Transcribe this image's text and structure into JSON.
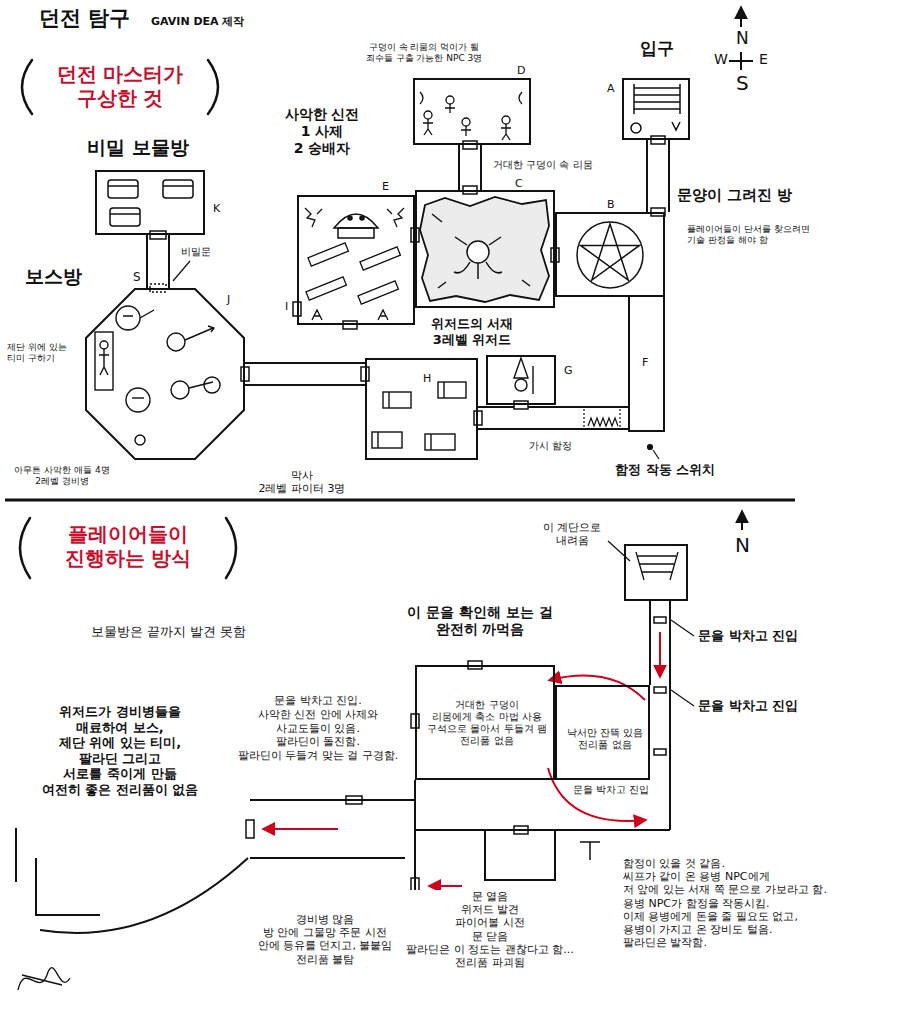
{
  "diagram": {
    "title": "던전 탐구",
    "nodes": [
      {
        "text": [
          "입구",
          "A"
        ]
      },
      {
        "text": [
          "구덩이 속 리뭄의 먹이가 될 죄수들 구출 가능한 NPC 3명",
          "D"
        ]
      },
      {
        "text": [
          "사악한 신전 1 사제 2 숭배자",
          "E"
        ]
      },
      {
        "text": [
          "거대한 구덩이 속 리뭄",
          "C"
        ]
      },
      {
        "text": [
          "B",
          "문양이 그려진 방",
          "플레이어들이 단서를 찾으려면 기술 판정을 해야 함"
        ]
      },
      {
        "text": [
          "비밀 보물방",
          "K"
        ]
      },
      {
        "text": [
          "보스방",
          "제단 위에 있는 티미 구하기",
          "아무튼 사악한 애들 4명 2레벨 경비병"
        ]
      },
      {
        "text": [
          "위저드의 서재 3레벨 위저드",
          "G"
        ]
      },
      {
        "text": [
          "H",
          "막사 2레벨 파이터 3명"
        ]
      },
      {
        "text": [
          "F"
        ]
      },
      {
        "text": [
          "거대한 구덩이 리뭄에게 축소 마법 사용 구석으로 몰아서 두들겨 팸 전리품 없음"
        ]
      },
      {
        "text": [
          "낙서만 잔뜩 있음 전리품 없음"
        ]
      }
    ],
    "edges": [
      {
        "from": 0,
        "to": 4,
        "arrow": "none"
      },
      {
        "from": 1,
        "to": 3,
        "arrow": "none"
      },
      {
        "from": 5,
        "to": 6,
        "arrow": "none"
      },
      {
        "from": 8,
        "to": 6,
        "arrow": "none"
      },
      {
        "from": 9,
        "to": 8,
        "arrow": "none"
      }
    ],
    "labels": [
      "GAVIN DEA 제작",
      "던전 마스터가 구상한 것",
      "N",
      "W",
      "E",
      "S",
      "I",
      "J",
      "S",
      "비밀문",
      "가시 함정",
      "함정 작동 스위치",
      "플레이어들이 진행하는 방식",
      "N",
      "이 계단으로 내려옴",
      "문을 박차고 진입",
      "문을 박차고 진입",
      "이 문을 확인해 보는 걸 완전히 까먹음",
      "보물방은 끝까지 발견 못함",
      "문을 박차고 진입",
      "문을 박차고 진입. 사악한 신전 안에 사제와 사교도들이 있음. 팔라딘이 돌진함. 팔라딘이 두들겨 맞는 걸 구경함.",
      "위저드가 경비병들을 매료하여 보스, 제단 위에 있는 티미, 팔라딘 그리고 서로를 죽이게 만듦 여전히 좋은 전리품이 없음",
      "경비병 많음 방 안에 그물망 주문 시전 안에 등유를 던지고, 불붙임 전리품 불탐",
      "문 열음 위저드 발견 파이어볼 시전 문 닫음 팔라딘은 이 정도는 괜찮다고 함... 전리품 파괴됨",
      "함정이 있을 것 같음. 씨프가 같이 온 용병 NPC에게 저 앞에 있는 서재 쪽 문으로 가보라고 함. 용병 NPC가 함정을 작동시킴. 이제 용병에게 돈을 줄 필요도 없고, 용병이 가지고 온 장비도 털음. 팔라딘은 발작함."
    ]
  }
}
